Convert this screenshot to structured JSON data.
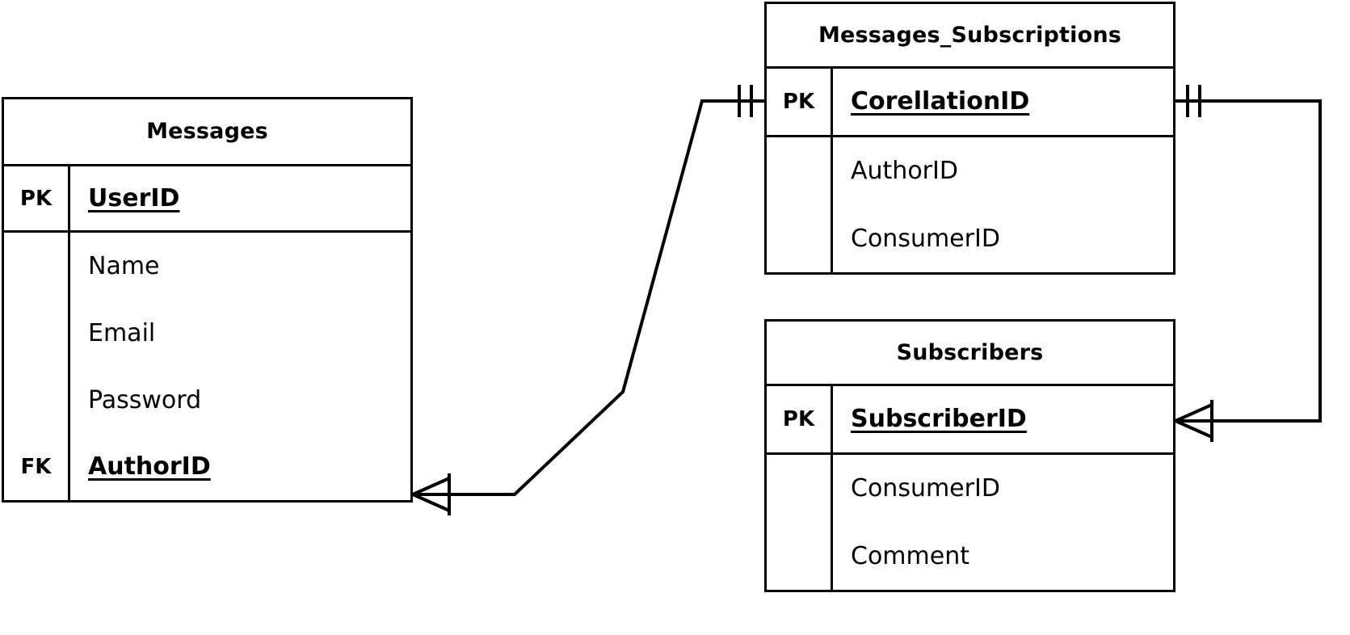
{
  "diagram": {
    "type": "entity-relationship-diagram",
    "notation": "crows-foot",
    "background_color": "#ffffff",
    "line_color": "#000000",
    "entities": [
      {
        "id": "messages",
        "name": "Messages",
        "rows": [
          {
            "key": "PK",
            "attribute": "UserID",
            "is_key": true
          },
          {
            "key": "",
            "attribute": "Name",
            "is_key": false
          },
          {
            "key": "",
            "attribute": "Email",
            "is_key": false
          },
          {
            "key": "",
            "attribute": "Password",
            "is_key": false
          },
          {
            "key": "FK",
            "attribute": "AuthorID",
            "is_key": true
          }
        ]
      },
      {
        "id": "msgsubs",
        "name": "Messages_Subscriptions",
        "rows": [
          {
            "key": "PK",
            "attribute": "CorellationID",
            "is_key": true
          },
          {
            "key": "",
            "attribute": "AuthorID",
            "is_key": false
          },
          {
            "key": "",
            "attribute": "ConsumerID",
            "is_key": false
          }
        ]
      },
      {
        "id": "subscribers",
        "name": "Subscribers",
        "rows": [
          {
            "key": "PK",
            "attribute": "SubscriberID",
            "is_key": true
          },
          {
            "key": "",
            "attribute": "ConsumerID",
            "is_key": false
          },
          {
            "key": "",
            "attribute": "Comment",
            "is_key": false
          }
        ]
      }
    ],
    "relationships": [
      {
        "id": "rel-messages-msgsubs",
        "from_entity": "Messages",
        "from_attribute": "AuthorID",
        "from_cardinality": "many",
        "to_entity": "Messages_Subscriptions",
        "to_attribute": "CorellationID",
        "to_cardinality": "one-and-only-one"
      },
      {
        "id": "rel-msgsubs-subscribers",
        "from_entity": "Messages_Subscriptions",
        "from_attribute": "CorellationID",
        "from_cardinality": "one-and-only-one",
        "to_entity": "Subscribers",
        "to_attribute": "SubscriberID",
        "to_cardinality": "many"
      }
    ]
  }
}
